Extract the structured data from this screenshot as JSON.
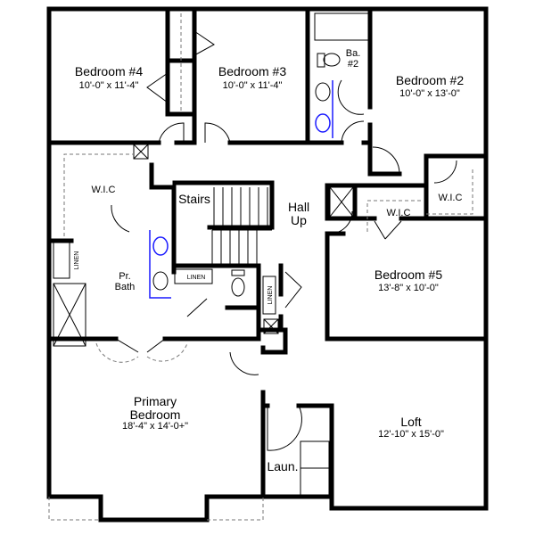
{
  "rooms": {
    "bedroom4": {
      "name": "Bedroom #4",
      "size": "10'-0\" x 11'-4\""
    },
    "bedroom3": {
      "name": "Bedroom #3",
      "size": "10'-0\" x 11'-4\""
    },
    "bath2": {
      "line1": "Ba.",
      "line2": "#2"
    },
    "bedroom2": {
      "name": "Bedroom #2",
      "size": "10'-0\" x 13'-0\""
    },
    "wic_left": "W.I.C",
    "wic_bed5": "W.I.C",
    "wic_bed2": "W.I.C",
    "stairs": "Stairs",
    "hall": {
      "line1": "Hall",
      "line2": "Up"
    },
    "primary_bath": {
      "line1": "Pr.",
      "line2": "Bath"
    },
    "linen_left": "LINEN",
    "linen_bath": "LINEN",
    "linen_hall": "LINEN",
    "bedroom5": {
      "name": "Bedroom #5",
      "size": "13'-8\" x 10'-0\""
    },
    "primary_bedroom": {
      "line1": "Primary",
      "line2": "Bedroom",
      "size": "18'-4\" x 14'-0+\""
    },
    "laundry": "Laun.",
    "loft": {
      "name": "Loft",
      "size": "12'-10\" x 15'-0\""
    }
  },
  "colors": {
    "walls": "#000000",
    "fixtures_highlight": "#1a1aff",
    "background": "#ffffff"
  }
}
